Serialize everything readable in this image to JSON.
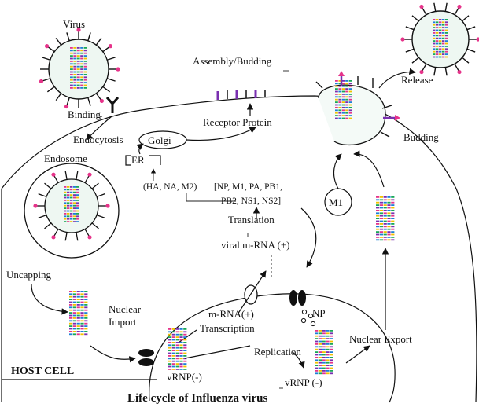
{
  "diagram": {
    "title": "Life cycle of Influenza virus",
    "host_cell_label": "HOST CELL",
    "labels": {
      "virus": "Virus",
      "binding": "Binding",
      "endocytosis": "Endocytosis",
      "endosome": "Endosome",
      "uncapping": "Uncapping",
      "nuclear_import_1": "Nuclear",
      "nuclear_import_2": "Import",
      "assembly_budding": "Assembly/Budding",
      "receptor_protein": "Receptor Protein",
      "golgi": "Golgi",
      "er": "ER",
      "ha_na_m2": "(HA, NA, M2)",
      "proteins_line1": "[NP, M1, PA, PB1,",
      "proteins_line2": "PB2, NS1, NS2]",
      "translation": "Translation",
      "viral_mrna": "viral m-RNA (+)",
      "mrna": "m-RNA(+)",
      "transcription": "Transcription",
      "np": "NP",
      "replication": "Replication",
      "vrnp_left": "vRNP(-)",
      "vrnp_right": "vRNP (-)",
      "nuclear_export": "Nuclear Export",
      "m1": "M1",
      "budding": "Budding",
      "release": "Release"
    }
  }
}
